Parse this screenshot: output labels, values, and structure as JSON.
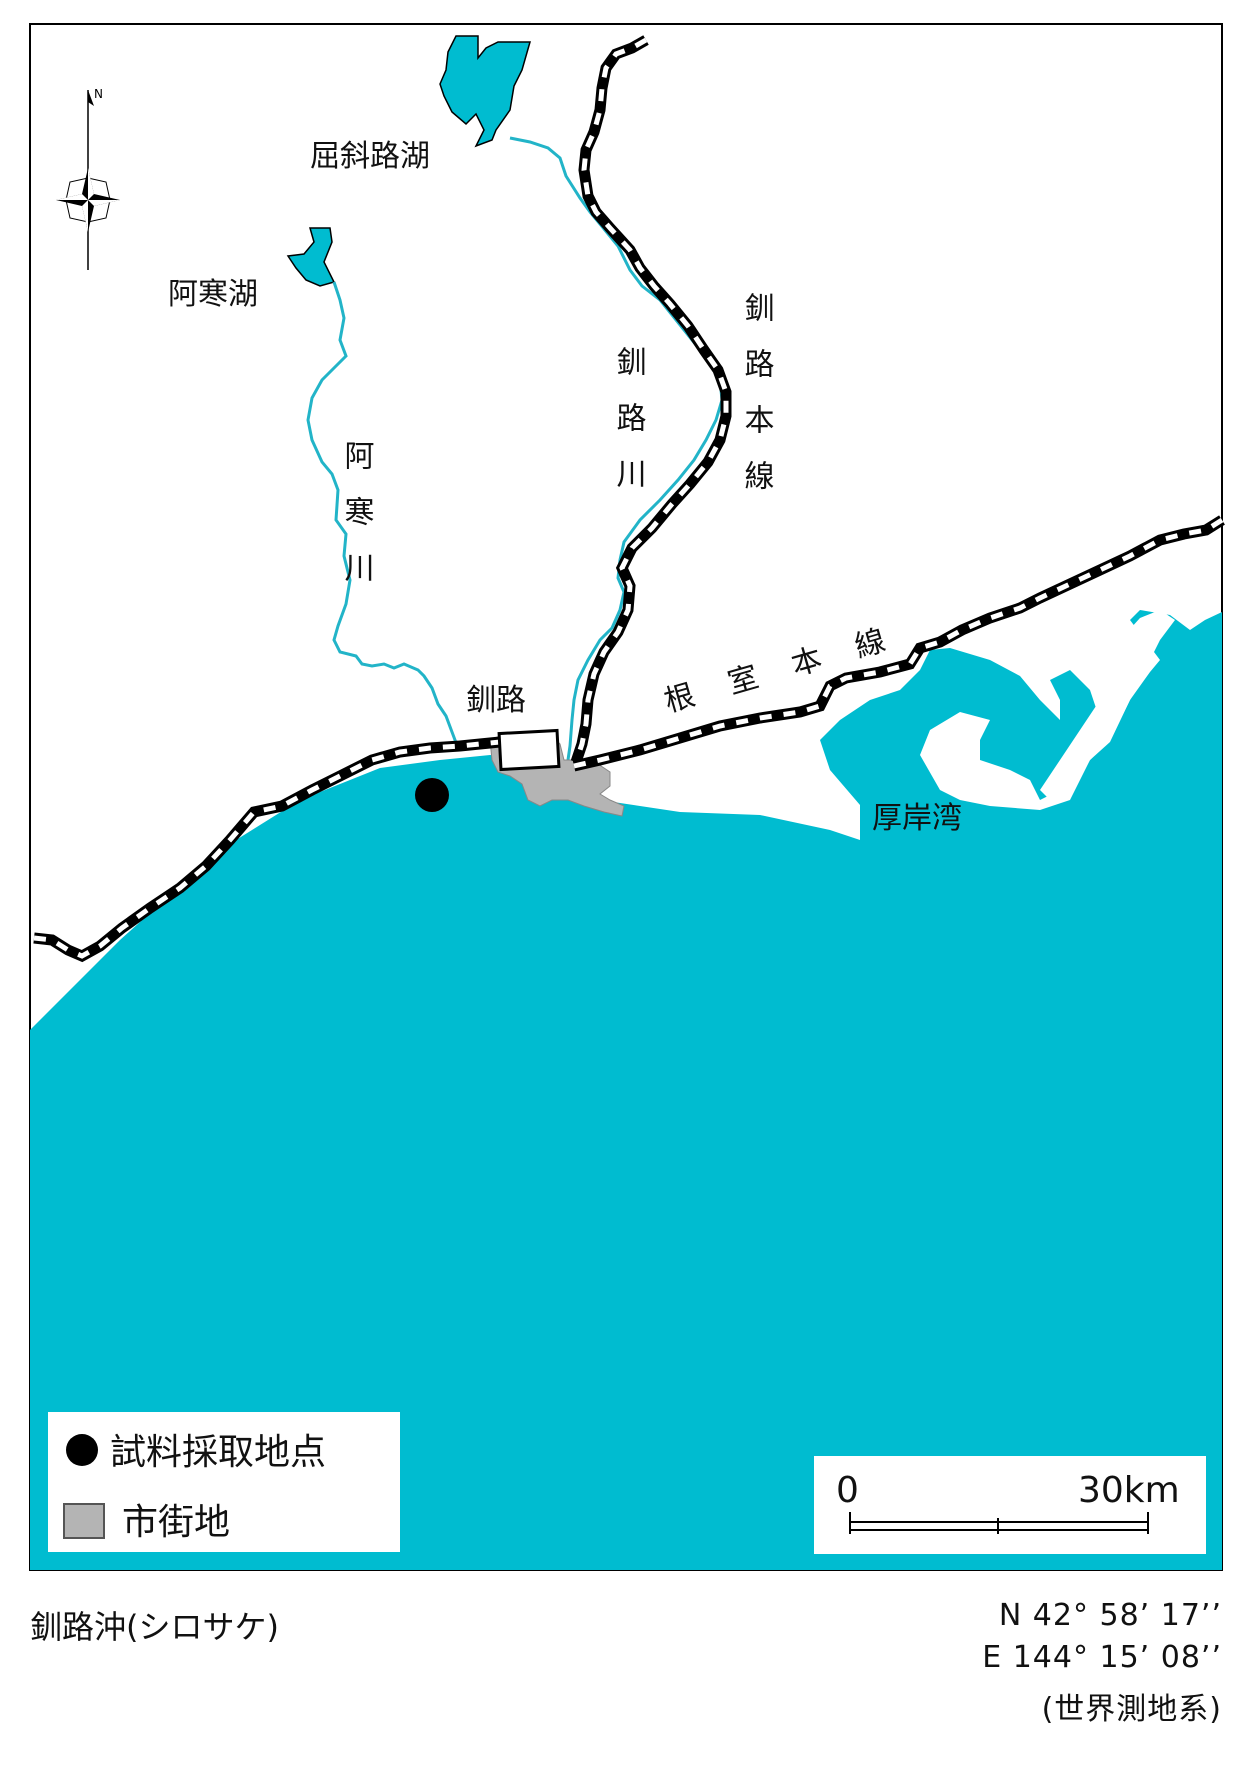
{
  "map": {
    "labels": {
      "kussharo_lake": "屈斜路湖",
      "akan_lake": "阿寒湖",
      "akan_river": "阿寒川",
      "kushiro_river": "釧路川",
      "kushiro_main_line": "釧路本線",
      "nemuro_main_line": "根室本線",
      "kushiro_city": "釧路",
      "akkeshi_bay": "厚岸湾"
    },
    "legend": {
      "sample_point": "試料採取地点",
      "urban_area": "市街地"
    },
    "scale_bar": {
      "start": "0",
      "end": "30km"
    },
    "colors": {
      "sea": "#00bcd0",
      "river": "#22b4c8",
      "urban": "#b4b4b4",
      "land": "#ffffff",
      "rail": "#000000"
    },
    "icons": {
      "compass": "compass-rose-icon",
      "sample_marker": "filled-circle-icon"
    }
  },
  "caption": {
    "title": "釧路沖(シロサケ)",
    "latitude": "N  42°  58’  17’’",
    "longitude": "E 144°  15’  08’’",
    "datum": "(世界測地系)"
  }
}
